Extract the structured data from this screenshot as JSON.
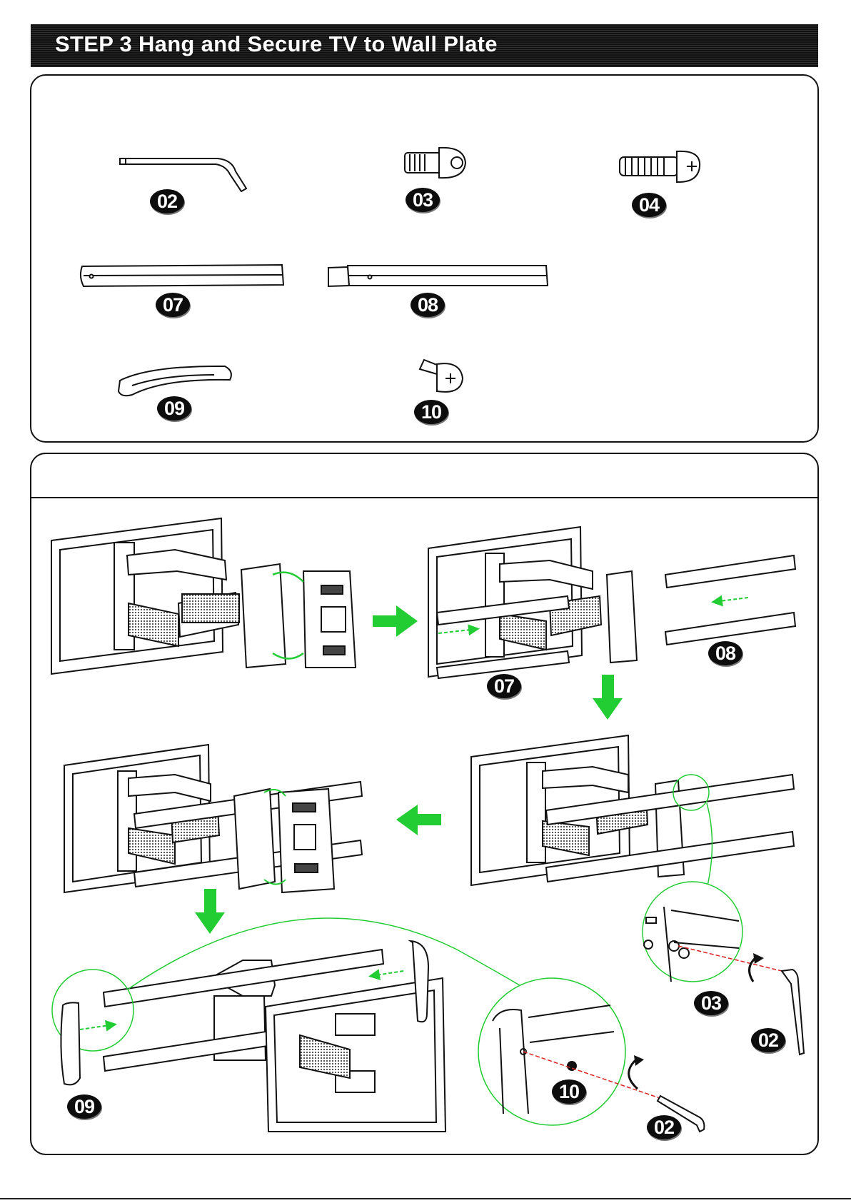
{
  "header": {
    "title": "STEP 3 Hang and Secure TV to Wall Plate"
  },
  "parts_panel": {
    "items": [
      {
        "number": "02",
        "icon": "allen-key-icon"
      },
      {
        "number": "03",
        "icon": "socket-screw-icon"
      },
      {
        "number": "04",
        "icon": "phillips-bolt-icon"
      },
      {
        "number": "07",
        "icon": "short-tube-icon"
      },
      {
        "number": "08",
        "icon": "extension-tube-icon"
      },
      {
        "number": "09",
        "icon": "end-cap-icon"
      },
      {
        "number": "10",
        "icon": "small-phillips-screw-icon"
      }
    ]
  },
  "assembly_panel": {
    "callouts": {
      "tube_08": "08",
      "tube_07": "07",
      "screw_03": "03",
      "key_02_a": "02",
      "cap_09": "09",
      "screw_10": "10",
      "key_02_b": "02"
    }
  },
  "colors": {
    "arrow_green": "#22cc33",
    "ink": "#111111",
    "leader_red": "#dd2222"
  }
}
